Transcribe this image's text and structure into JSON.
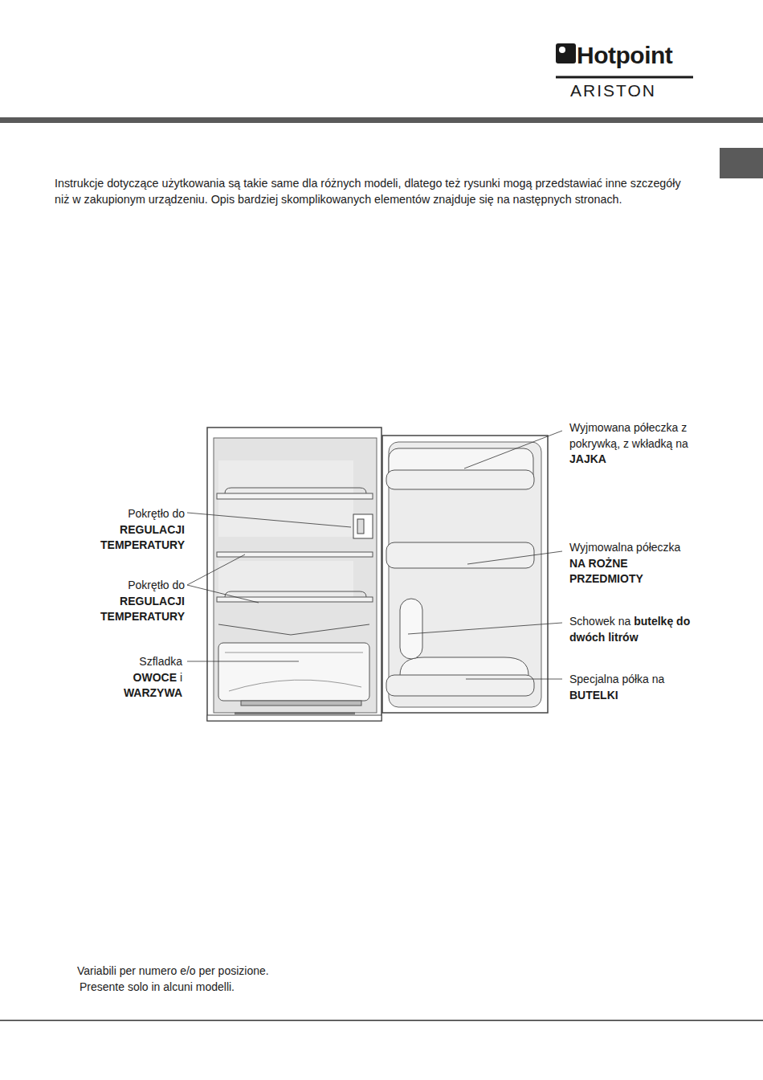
{
  "diagram": {
    "labels": [
      "Hotpoint",
      "ARISTON",
      "Instrukcje dotyczące użytkowania są takie same dla różnych modeli, dlatego też rysunki mogą przedstawiać inne szczegóły niż w zakupionym urządzeniu. Opis bardziej skomplikowanych elementów znajduje się na następnych stronach.",
      "Pokrętło do",
      "REGULACJI TEMPERATURY",
      "Pokrętło do",
      "REGULACJI TEMPERATURY",
      "Szfladka",
      "OWOCE",
      "i",
      "WARZYWA",
      "Wyjmowana półeczka z pokrywką, z wkładką na",
      "JAJKA",
      "Wyjmowalna półeczka",
      "NA ROŻNE PRZEDMIOTY",
      "Schowek na",
      "butelkę do dwóch litrów",
      "Specjalna półka na",
      "BUTELKI",
      "Variabili per numero e/o per posizione.",
      "Presente solo in alcuni modelli."
    ]
  }
}
